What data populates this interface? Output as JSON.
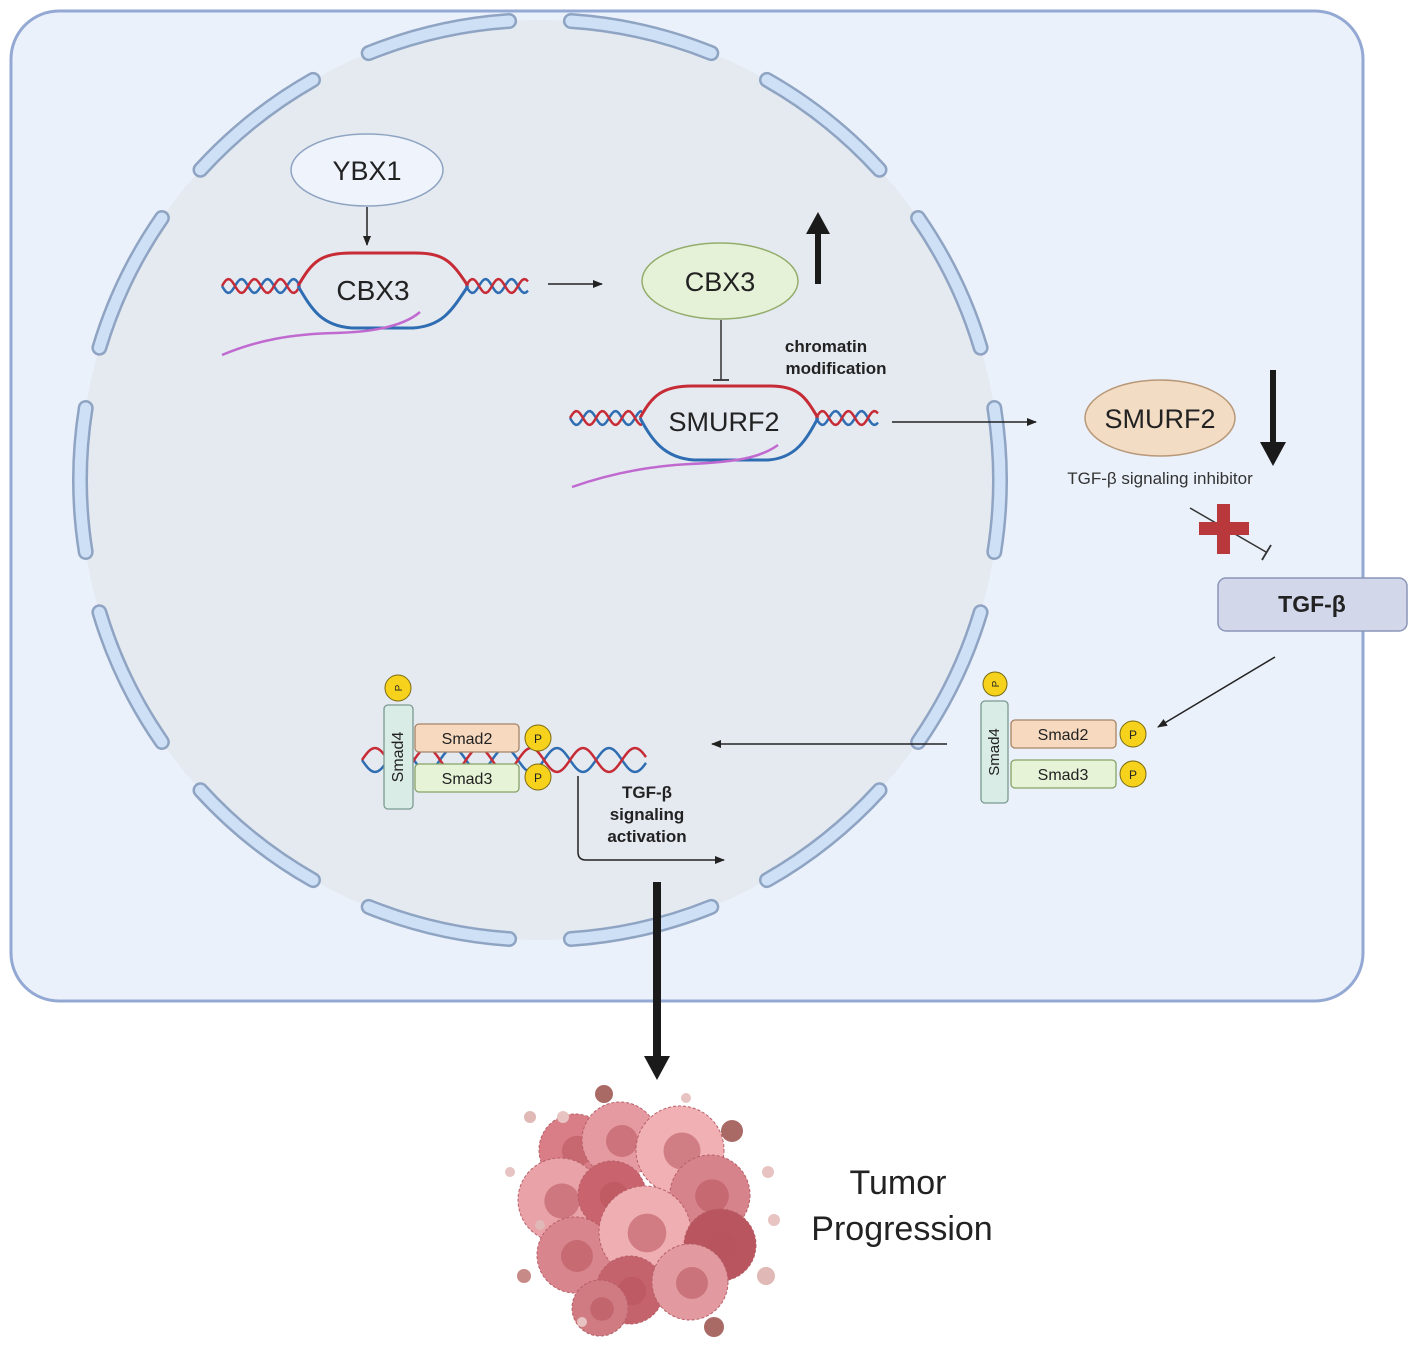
{
  "nucleus": {
    "ybx1": "YBX1",
    "gene_cbx3": "CBX3",
    "protein_cbx3": "CBX3",
    "chromatin_line1": "chromatin",
    "chromatin_line2": "modification",
    "gene_smurf2": "SMURF2",
    "smad4": "Smad4",
    "smad2": "Smad2",
    "smad3": "Smad3",
    "phospho": "P",
    "activation_line1": "TGF-β",
    "activation_line2": "signaling",
    "activation_line3": "activation"
  },
  "cytoplasm": {
    "protein_smurf2": "SMURF2",
    "inhibitor_label": "TGF-β signaling inhibitor",
    "tgf_beta": "TGF-β",
    "smad4": "Smad4",
    "smad2": "Smad2",
    "smad3": "Smad3",
    "phospho": "P"
  },
  "outcome": {
    "line1": "Tumor",
    "line2": "Progression"
  },
  "colors": {
    "cell_fill": "#eaf1fb",
    "cell_stroke": "#93a9d4",
    "nucleus_fill": "#e5eaf1",
    "envelope": "#cde0f6",
    "envelope_stroke": "#8fa4c2",
    "dna_red": "#c72c36",
    "dna_blue": "#2f6db3",
    "rna_purple": "#c06ad0",
    "ybx1_fill": "#eef3fc",
    "cbx3_fill": "#e6f2d8",
    "smurf2_fill": "#f2dcc4",
    "tgf_fill": "#d2d8ea",
    "smad2_fill": "#f6d9bf",
    "smad3_fill": "#e6f3d6",
    "smad4_fill": "#d9ece5",
    "phospho_fill": "#f6d21c",
    "cross_red": "#b8383c",
    "tumor_pink": "#e69aa0"
  }
}
